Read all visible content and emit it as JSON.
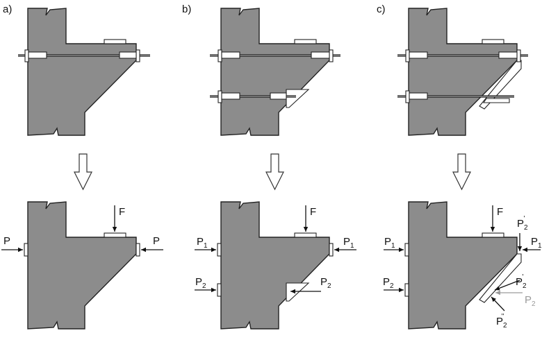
{
  "panel_labels": [
    "a)",
    "b)",
    "c)"
  ],
  "forces": {
    "F": "F",
    "P": "P",
    "P1": {
      "base": "P",
      "sub": "1"
    },
    "P2": {
      "base": "P",
      "sub": "2"
    },
    "P2_prime": {
      "base": "P",
      "sub": "2",
      "sup": "'"
    },
    "P2_double_prime": {
      "base": "P",
      "sub": "2",
      "sup": "''"
    }
  },
  "colors": {
    "concrete": "#8c8c8c",
    "outline": "#222222",
    "secondary_force": "#9a9a9a"
  }
}
